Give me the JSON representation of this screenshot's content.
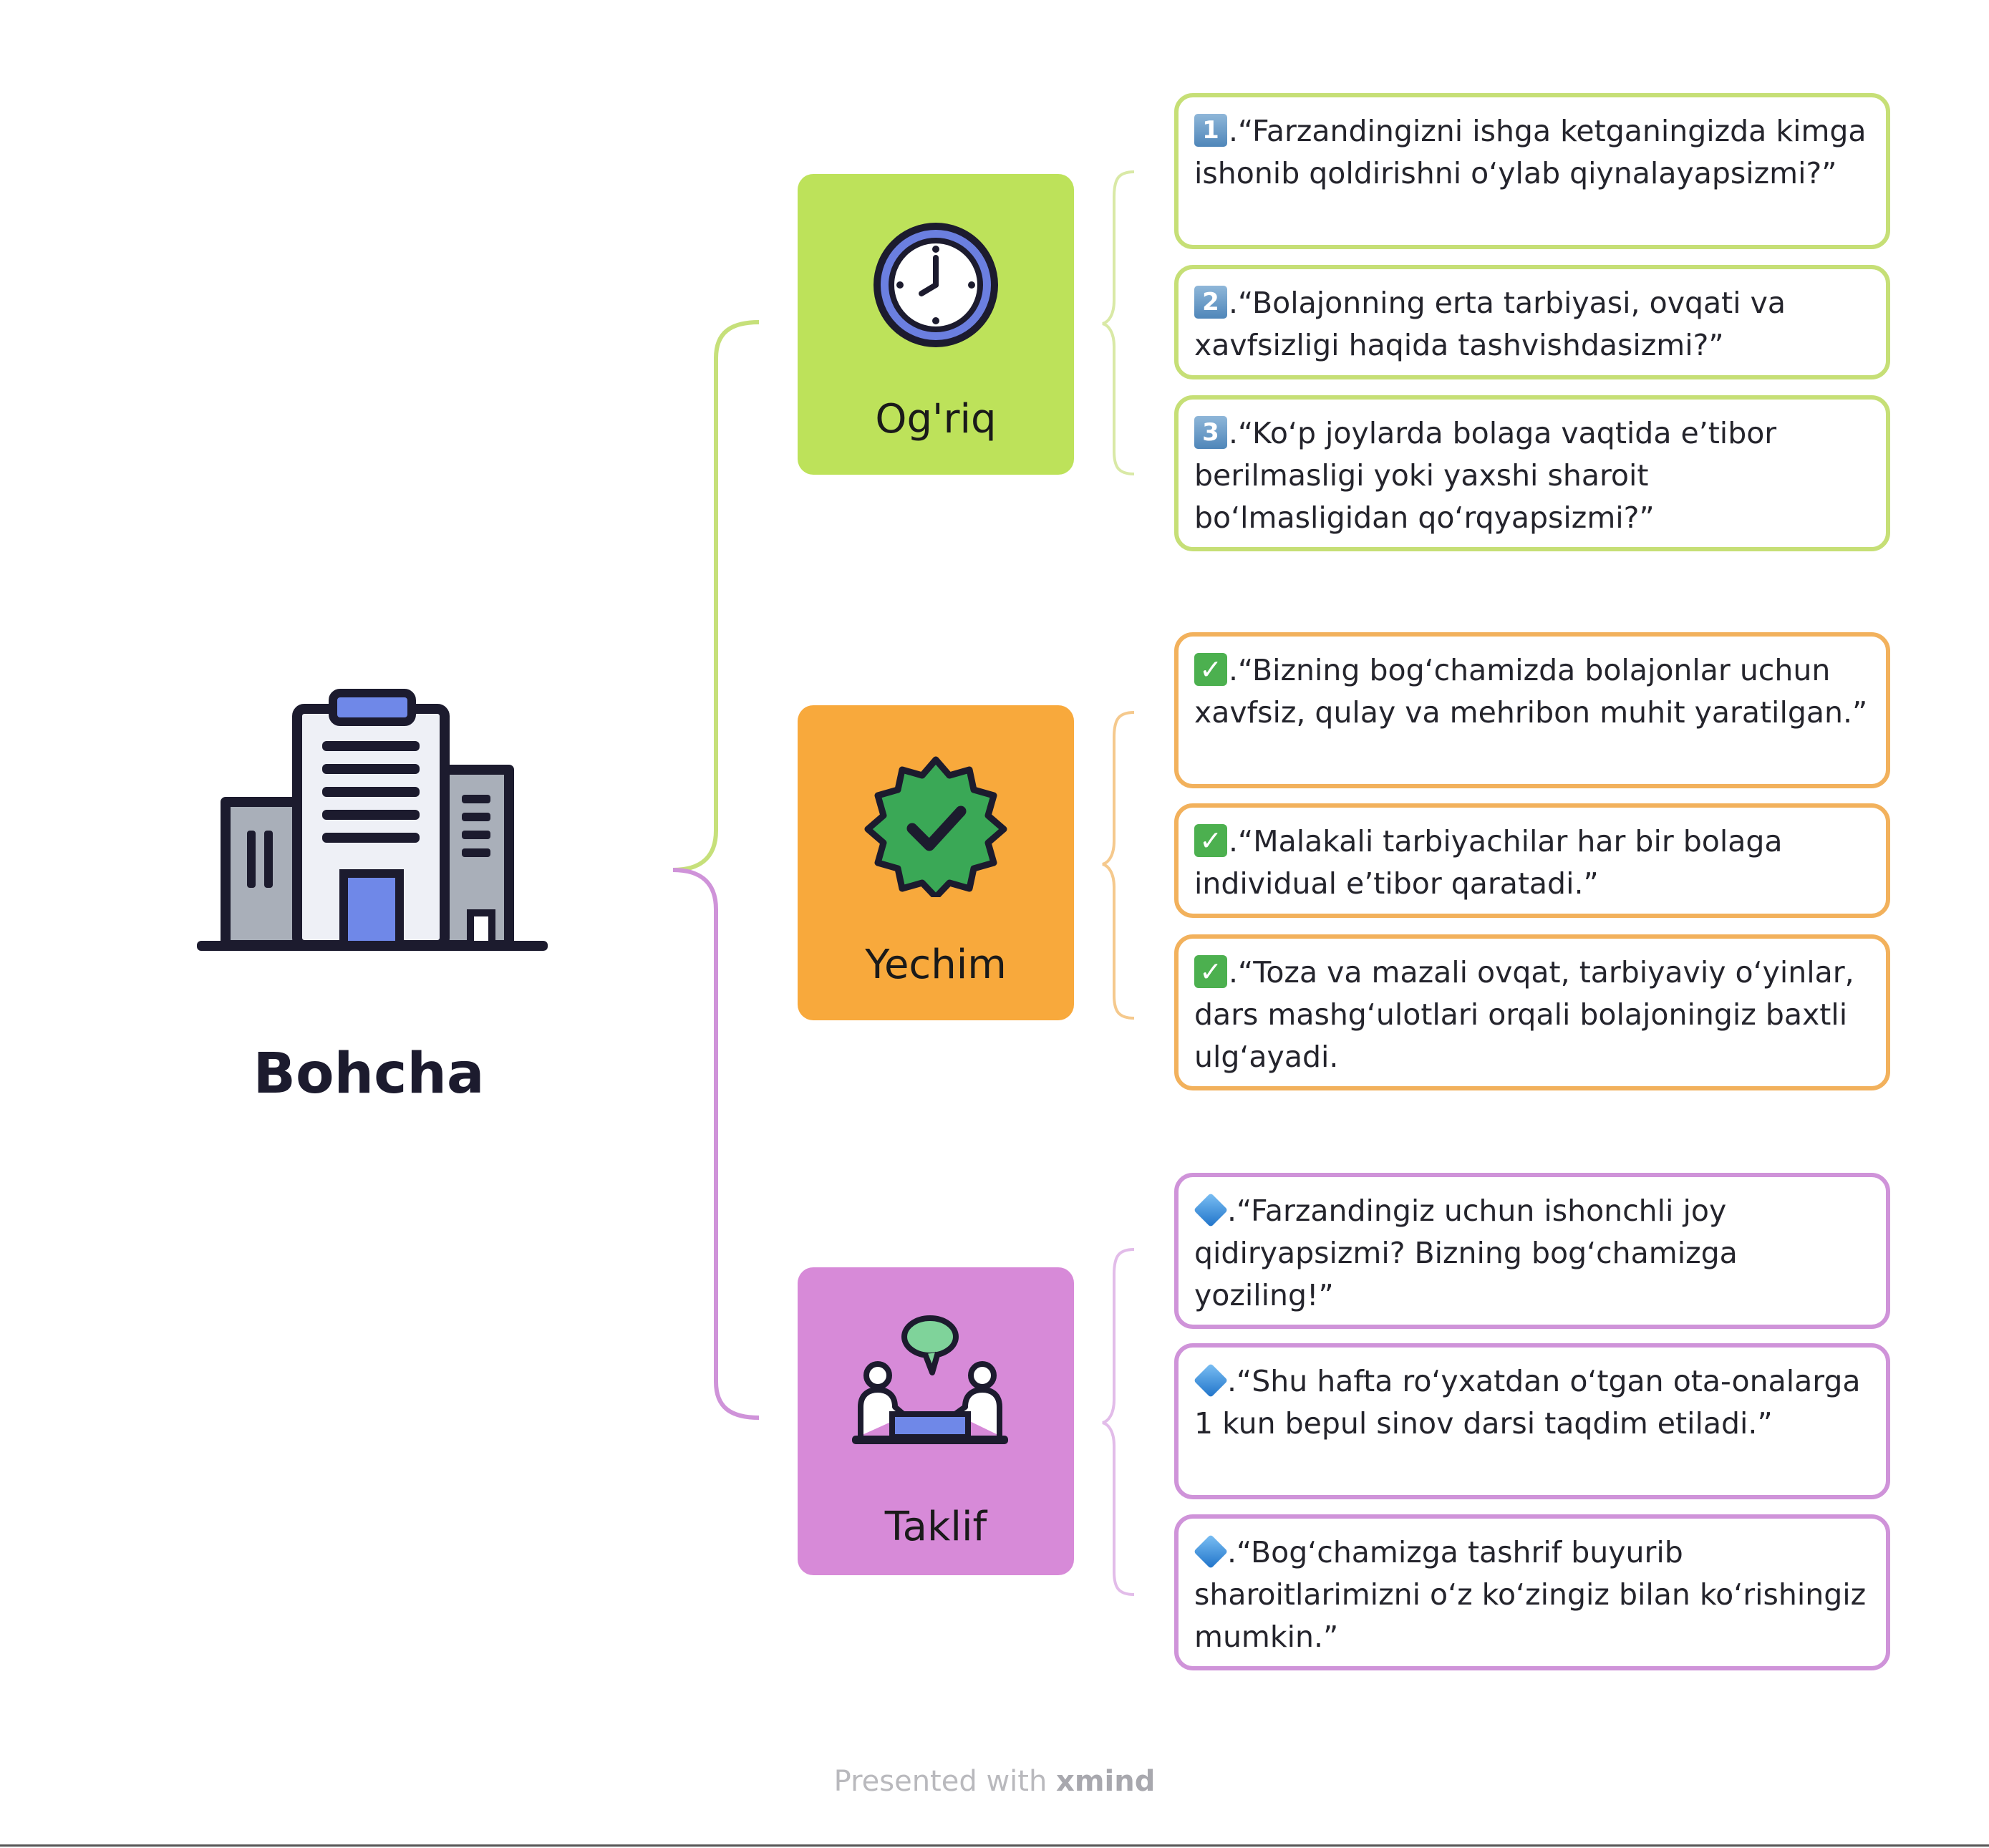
{
  "root": {
    "title": "Bohcha",
    "icon": "office-building-icon"
  },
  "colors": {
    "ogriq": "#bde25a",
    "yechim": "#f8a93c",
    "taklif": "#d78ad8"
  },
  "branches": [
    {
      "label": "Og'riq",
      "icon": "clock-icon",
      "items": [
        {
          "marker": "1",
          "text": ".“Farzandingizni ishga ketganingizda kimga ishonib qoldirishni o‘ylab qiynalayapsizmi?”"
        },
        {
          "marker": "2",
          "text": ".“Bolajonning erta tarbiyasi, ovqati va xavfsizligi haqida tashvishdasizmi?”"
        },
        {
          "marker": "3",
          "text": ".“Ko‘p joylarda bolaga vaqtida e’tibor berilmasligi yoki yaxshi sharoit bo‘lmasligidan qo‘rqyapsizmi?”"
        }
      ]
    },
    {
      "label": "Yechim",
      "icon": "verified-badge-icon",
      "items": [
        {
          "marker": "✓",
          "text": ".“Bizning bog‘chamizda bolajonlar uchun xavfsiz, qulay va mehribon muhit yaratilgan.”"
        },
        {
          "marker": "✓",
          "text": ".“Malakali tarbiyachilar har bir bolaga individual e’tibor qaratadi.”"
        },
        {
          "marker": "✓",
          "text": ".“Toza va mazali ovqat, tarbiyaviy o‘yinlar, dars mashg‘ulotlari orqali bolajoningiz baxtli ulg‘ayadi."
        }
      ]
    },
    {
      "label": "Taklif",
      "icon": "meeting-consultation-icon",
      "items": [
        {
          "marker": "diamond",
          "text": ".“Farzandingiz uchun ishonchli joy qidiryapsizmi? Bizning bog‘chamizga yoziling!”"
        },
        {
          "marker": "diamond",
          "text": ".“Shu hafta ro‘yxatdan o‘tgan ota-onalarga 1 kun bepul sinov darsi taqdim etiladi.”"
        },
        {
          "marker": "diamond",
          "text": ".“Bog‘chamizga tashrif buyurib sharoitlarimizni o‘z ko‘zingiz bilan ko‘rishingiz mumkin.”"
        }
      ]
    }
  ],
  "footer": {
    "prefix": "Presented with ",
    "brand": "xmind"
  }
}
